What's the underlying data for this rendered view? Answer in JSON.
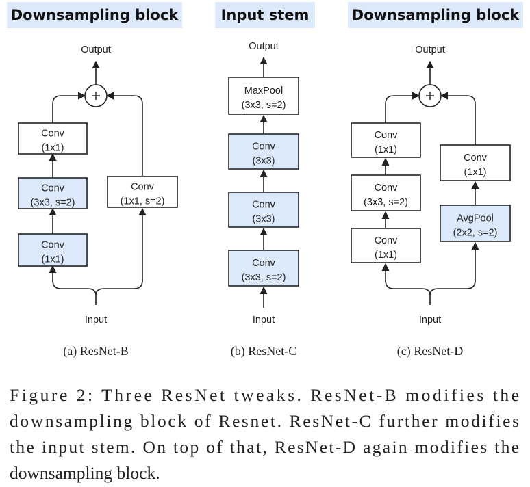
{
  "panels": [
    {
      "id": "resnet-b",
      "header": "Downsampling block",
      "output_label": "Output",
      "input_label": "Input",
      "subcaption": "(a) ResNet-B",
      "has_add": true,
      "left_path": [
        {
          "lines": [
            "Conv",
            "(1x1)"
          ],
          "shaded": false
        },
        {
          "lines": [
            "Conv",
            "(3x3, s=2)"
          ],
          "shaded": true
        },
        {
          "lines": [
            "Conv",
            "(1x1)"
          ],
          "shaded": true
        }
      ],
      "right_path": [
        {
          "lines": [
            "Conv",
            "(1x1, s=2)"
          ],
          "shaded": false
        }
      ]
    },
    {
      "id": "resnet-c",
      "header": "Input stem",
      "output_label": "Output",
      "input_label": "Input",
      "subcaption": "(b) ResNet-C",
      "has_add": false,
      "main_path": [
        {
          "lines": [
            "MaxPool",
            "(3x3, s=2)"
          ],
          "shaded": false
        },
        {
          "lines": [
            "Conv",
            "(3x3)"
          ],
          "shaded": true
        },
        {
          "lines": [
            "Conv",
            "(3x3)"
          ],
          "shaded": true
        },
        {
          "lines": [
            "Conv",
            "(3x3, s=2)"
          ],
          "shaded": true
        }
      ]
    },
    {
      "id": "resnet-d",
      "header": "Downsampling block",
      "output_label": "Output",
      "input_label": "Input",
      "subcaption": "(c) ResNet-D",
      "has_add": true,
      "left_path": [
        {
          "lines": [
            "Conv",
            "(1x1)"
          ],
          "shaded": false
        },
        {
          "lines": [
            "Conv",
            "(3x3, s=2)"
          ],
          "shaded": false
        },
        {
          "lines": [
            "Conv",
            "(1x1)"
          ],
          "shaded": false
        }
      ],
      "right_path": [
        {
          "lines": [
            "Conv",
            "(1x1)"
          ],
          "shaded": false
        },
        {
          "lines": [
            "AvgPool",
            "(2x2, s=2)"
          ],
          "shaded": true
        }
      ]
    }
  ],
  "add_symbol": "+",
  "caption_lines": [
    "Figure 2: Three ResNet tweaks.  ResNet-B modifies the",
    "downsampling block of Resnet. ResNet-C further modifies",
    "the input stem. On top of that, ResNet-D again modifies the",
    "downsampling block."
  ],
  "colors": {
    "shaded_fill": "#dce9fb",
    "header_fill": "#dce9fb",
    "stroke": "#222222"
  }
}
